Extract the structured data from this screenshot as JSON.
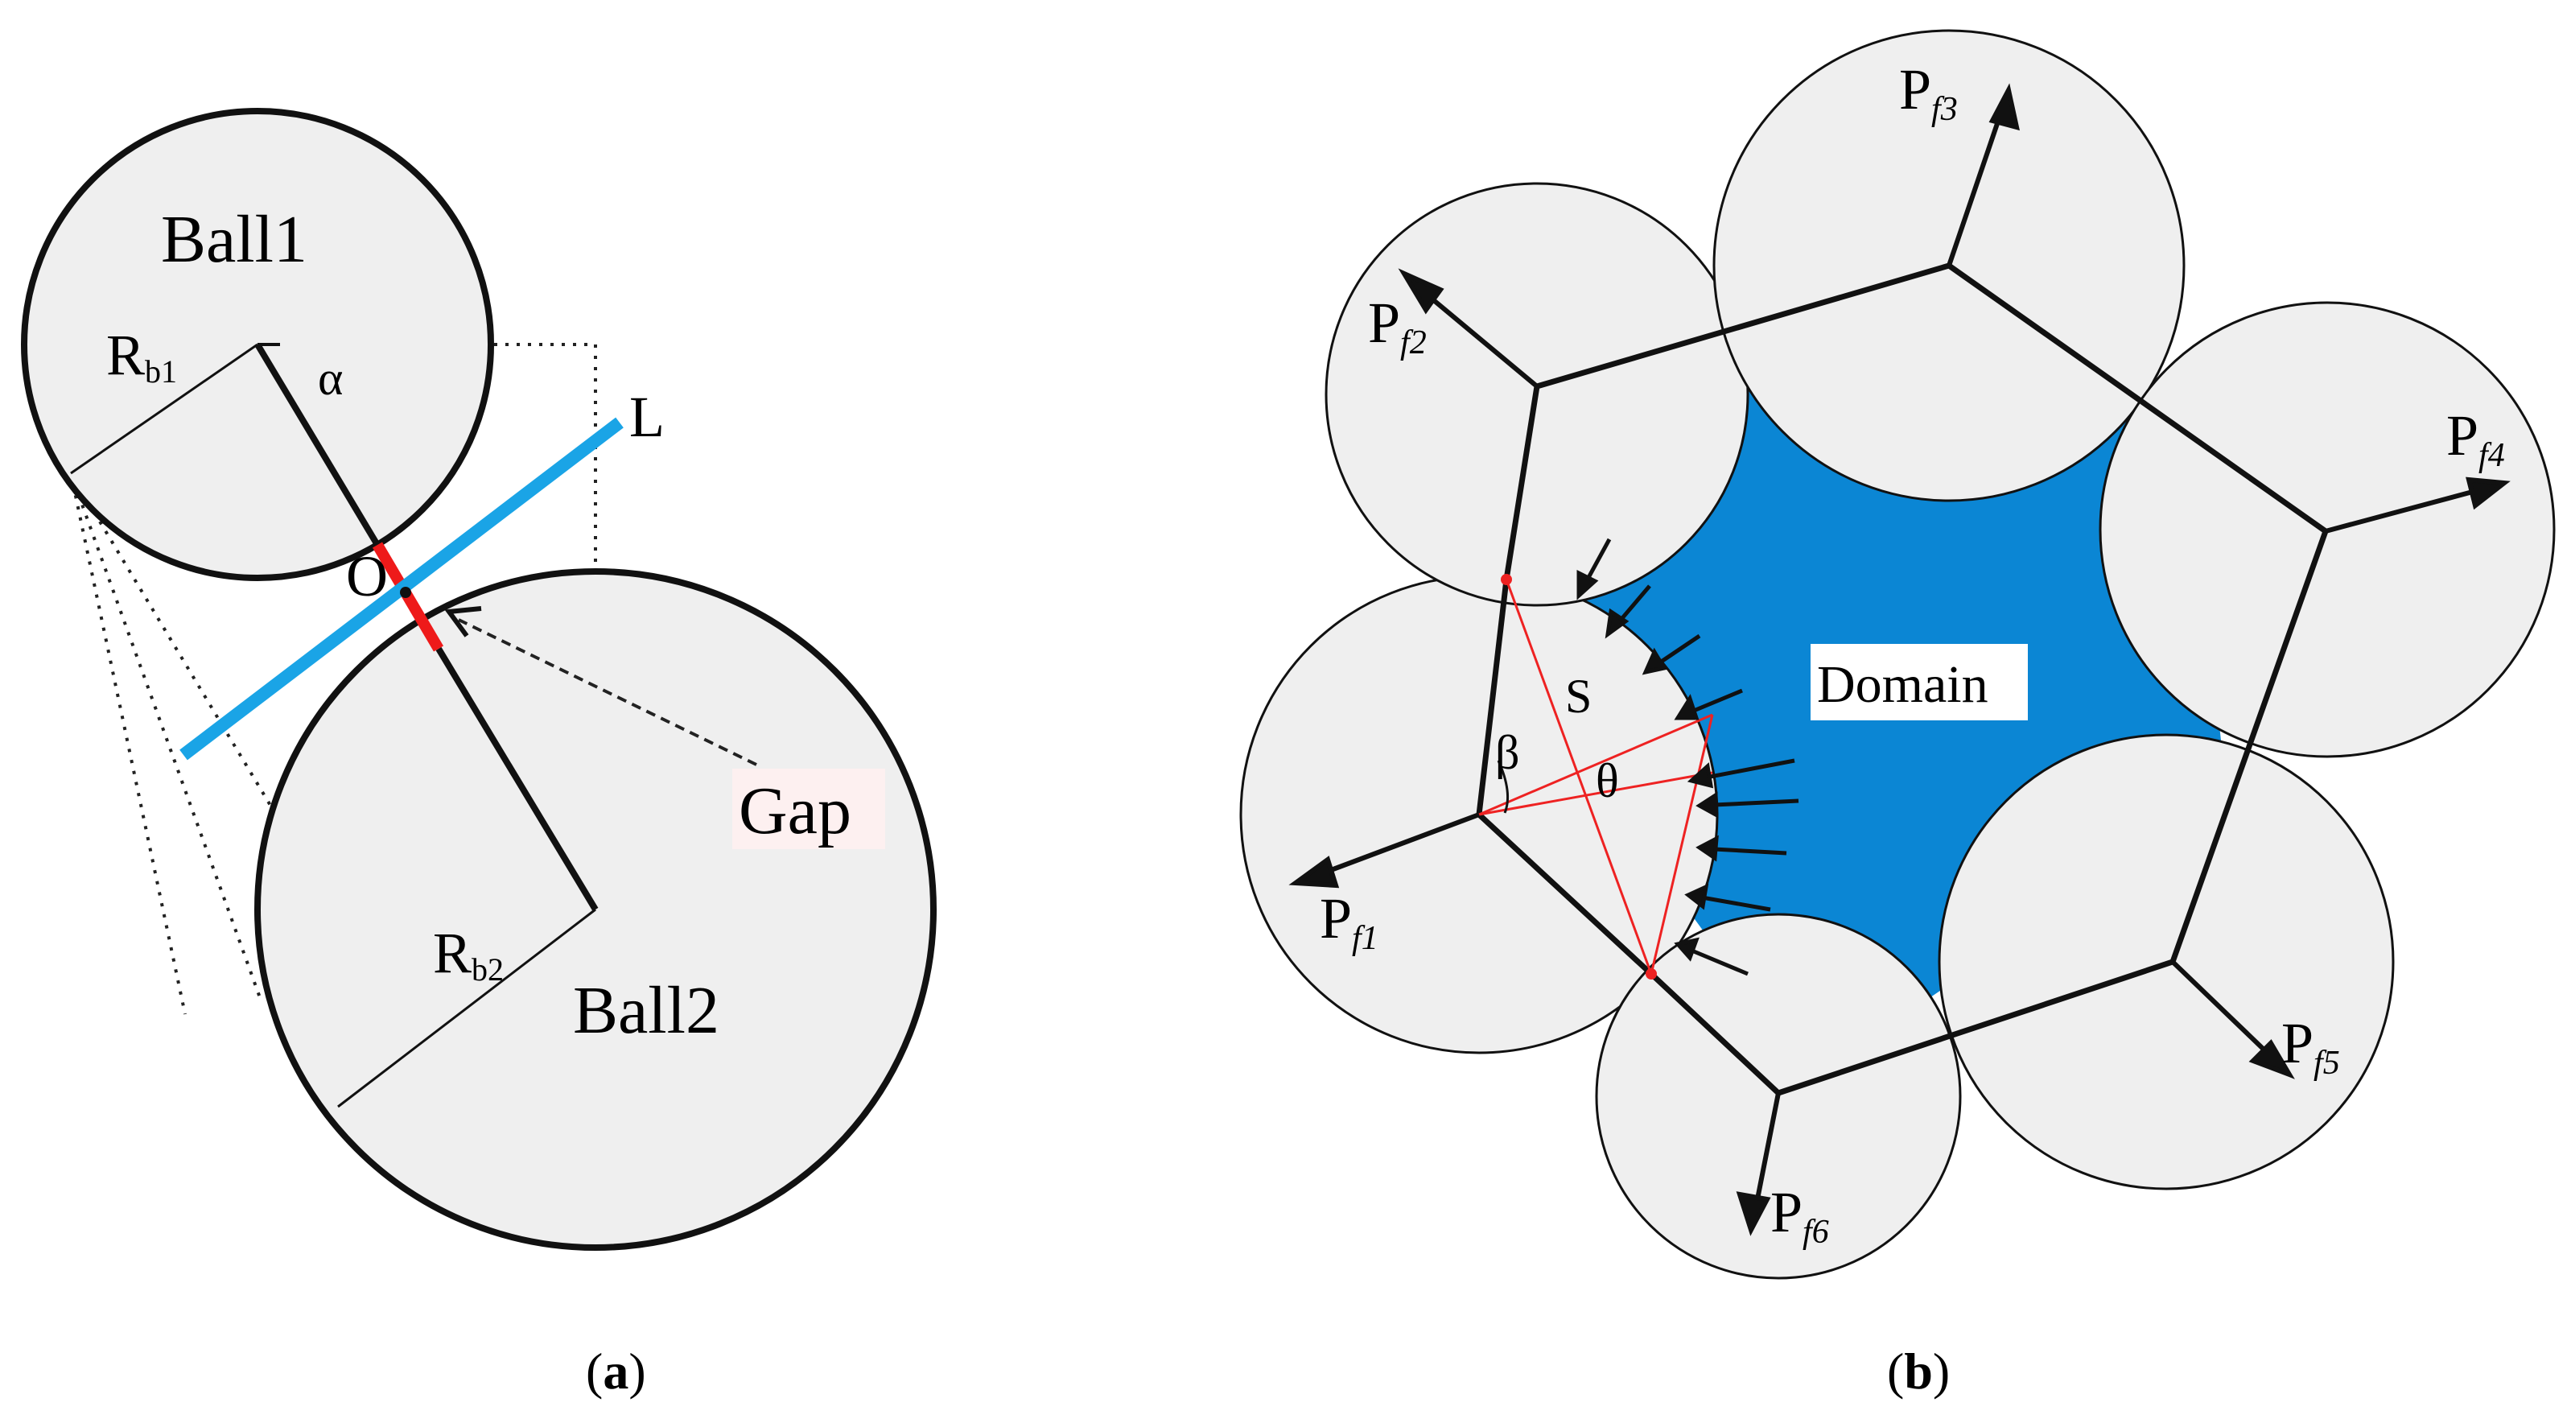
{
  "panel_a": {
    "ball1_label": "Ball1",
    "ball2_label": "Ball2",
    "radius1_main": "R",
    "radius1_sub": "b1",
    "radius2_main": "R",
    "radius2_sub": "b2",
    "alpha_label": "α",
    "line_label": "L",
    "point_label": "O",
    "gap_label": "Gap",
    "caption_open": "(",
    "caption_letter": "a",
    "caption_close": ")"
  },
  "panel_b": {
    "force_labels": [
      {
        "main": "P",
        "sub": "f1"
      },
      {
        "main": "P",
        "sub": "f2"
      },
      {
        "main": "P",
        "sub": "f3"
      },
      {
        "main": "P",
        "sub": "f4"
      },
      {
        "main": "P",
        "sub": "f5"
      },
      {
        "main": "P",
        "sub": "f6"
      }
    ],
    "s_label": "S",
    "beta_label": "β",
    "theta_label": "θ",
    "domain_label": "Domain",
    "caption_open": "(",
    "caption_letter": "b",
    "caption_close": ")"
  },
  "colors": {
    "ball_fill": "#efefef",
    "domain_fill": "#0b86d4",
    "line_L": "#1aa4e6",
    "gap_red": "#ee1a1a",
    "construction_red": "#ee2222",
    "outline": "#111111",
    "gap_label_bg": "#fdf0f0"
  }
}
